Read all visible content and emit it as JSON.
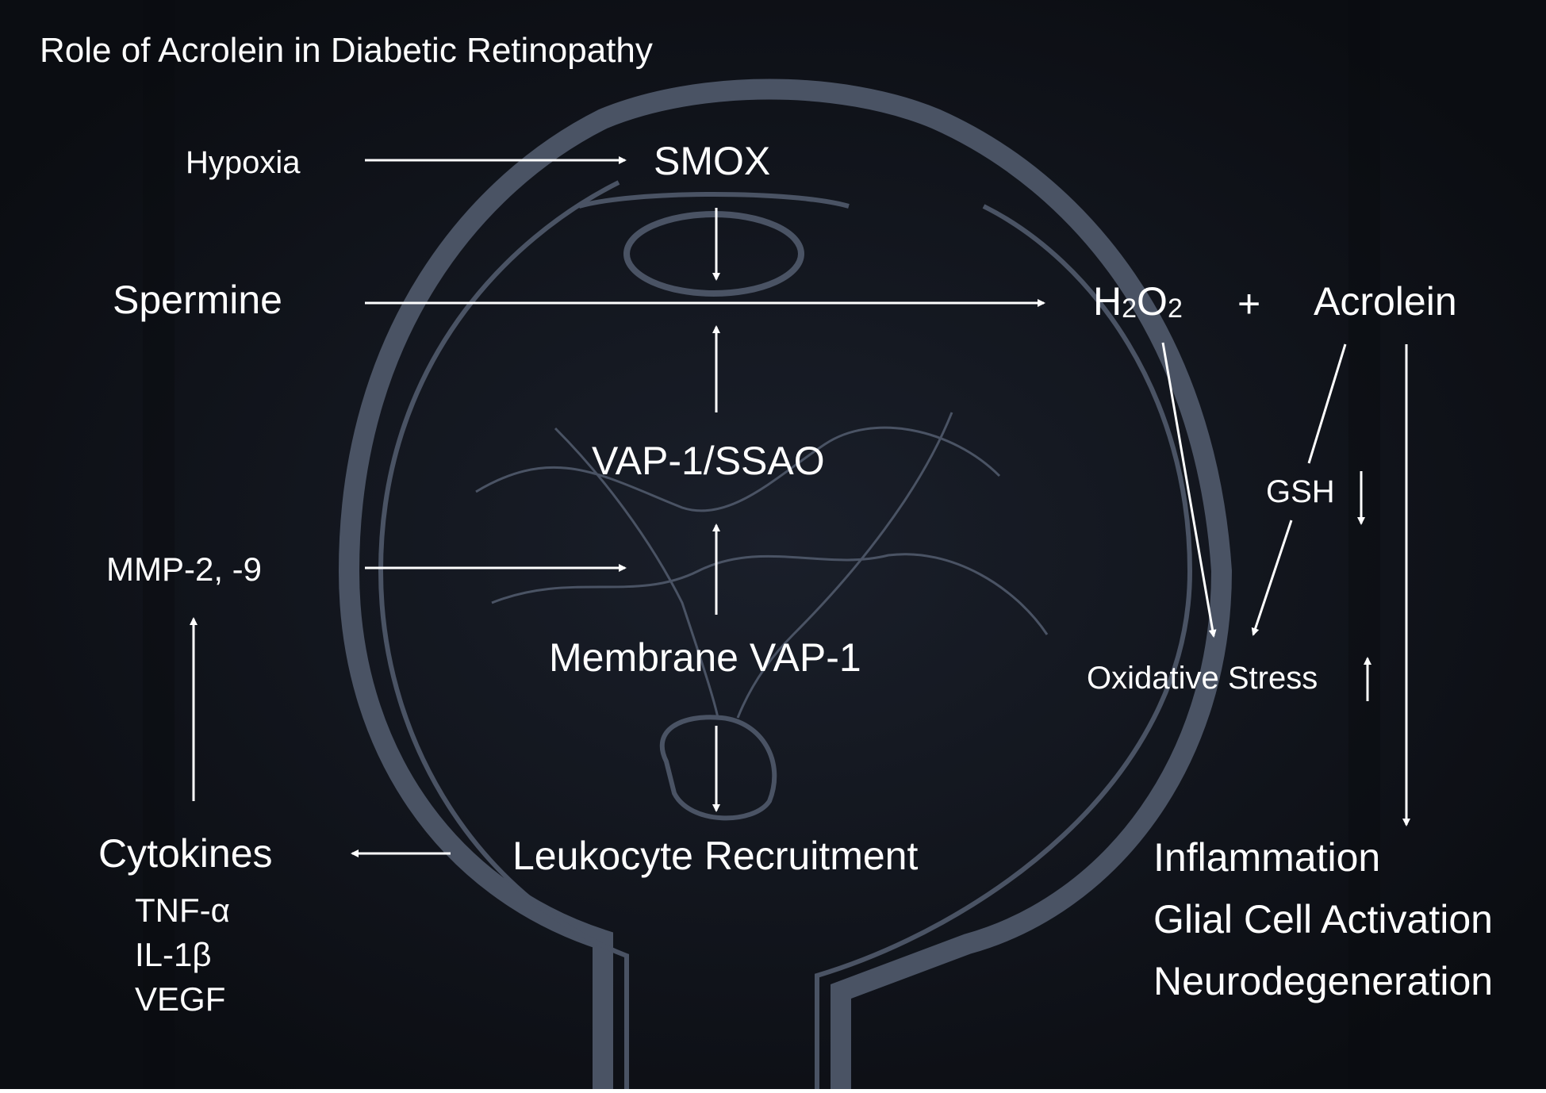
{
  "title": "Role of Acrolein in Diabetic Retinopathy",
  "nodes": {
    "hypoxia": "Hypoxia",
    "smox": "SMOX",
    "spermine": "Spermine",
    "h2o2_main": "H",
    "h2o2_sub1": "2",
    "h2o2_o": "O",
    "h2o2_sub2": "2",
    "plus": "+",
    "acrolein": "Acrolein",
    "vap1_ssao": "VAP-1/SSAO",
    "gsh": "GSH",
    "mmp": "MMP-2, -9",
    "membrane_vap1": "Membrane VAP-1",
    "oxidative_stress": "Oxidative Stress",
    "cytokines": "Cytokines",
    "leukocyte": "Leukocyte Recruitment",
    "cytokine_list": [
      "TNF-α",
      "IL-1β",
      "VEGF"
    ],
    "outcomes": [
      "Inflammation",
      "Glial Cell Activation",
      "Neurodegeneration"
    ]
  },
  "colors": {
    "background": "#0d0f14",
    "text": "#ffffff",
    "eye_outline": "#4a5364"
  }
}
